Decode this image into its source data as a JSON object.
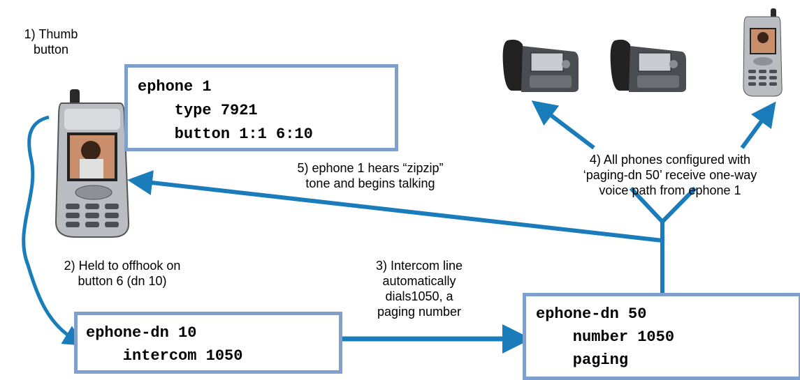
{
  "labels": {
    "step1": "1) Thumb\nbutton",
    "step2": "2) Held to offhook on\nbutton 6 (dn 10)",
    "step3": "3) Intercom line\nautomatically\ndials1050, a\npaging number",
    "step4": "4) All phones configured with\n‘paging-dn 50’ receive one-way\nvoice path from ephone 1",
    "step5": "5) ephone 1 hears “zipzip”\ntone and begins talking"
  },
  "boxes": {
    "ephone1": [
      "ephone 1",
      "    type 7921",
      "    button 1:1 6:10"
    ],
    "dn10": [
      "ephone-dn 10",
      "    intercom 1050"
    ],
    "dn50": [
      "ephone-dn 50",
      "    number 1050",
      "    paging"
    ]
  },
  "colors": {
    "arrow": "#1a7cba",
    "box_border": "#7f9fcf"
  },
  "icons": [
    "wireless-handset-icon",
    "desk-phone-icon",
    "desk-phone-icon",
    "wireless-handset-icon"
  ]
}
